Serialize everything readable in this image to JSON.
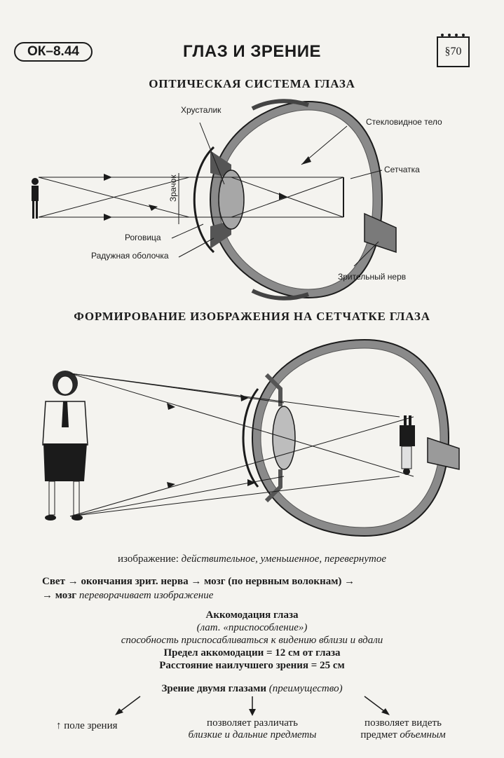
{
  "header": {
    "code": "ОК–8.44",
    "title": "ГЛАЗ И ЗРЕНИЕ",
    "section": "§70"
  },
  "optics": {
    "heading": "ОПТИЧЕСКАЯ СИСТЕМА ГЛАЗА",
    "labels": {
      "lens": "Хрусталик",
      "vitreous": "Стекловидное тело",
      "retina": "Сетчатка",
      "pupil": "Зрачок",
      "cornea": "Роговица",
      "iris": "Радужная оболочка",
      "optic_nerve": "Зрительный нерв"
    }
  },
  "formation": {
    "heading": "ФОРМИРОВАНИЕ ИЗОБРАЖЕНИЯ НА СЕТЧАТКЕ ГЛАЗА",
    "image_prefix": "изображение:",
    "image_props": "действительное, уменьшенное, перевернутое",
    "path_line1": "Свет → окончания зрит. нерва → мозг (по нервным волокнам) →",
    "path_line2_prefix": "→ мозг",
    "path_line2_italic": "переворачивает изображение"
  },
  "accommodation": {
    "title": "Аккомодация глаза",
    "origin": "(лат. «приспособление»)",
    "definition": "способность приспосабливаться к видению вблизи и вдали",
    "limit": "Предел аккомодации = 12 см от глаза",
    "best_distance": "Расстояние наилучшего зрения = 25 см"
  },
  "binocular": {
    "title": "Зрение двумя глазами",
    "title_note": "(преимущество)",
    "item1": "↑ поле зрения",
    "item2_line1": "позволяет различать",
    "item2_line2": "близкие и дальние предметы",
    "item3_line1": "позволяет видеть",
    "item3_line2_prefix": "предмет",
    "item3_line2_italic": "объемным"
  }
}
